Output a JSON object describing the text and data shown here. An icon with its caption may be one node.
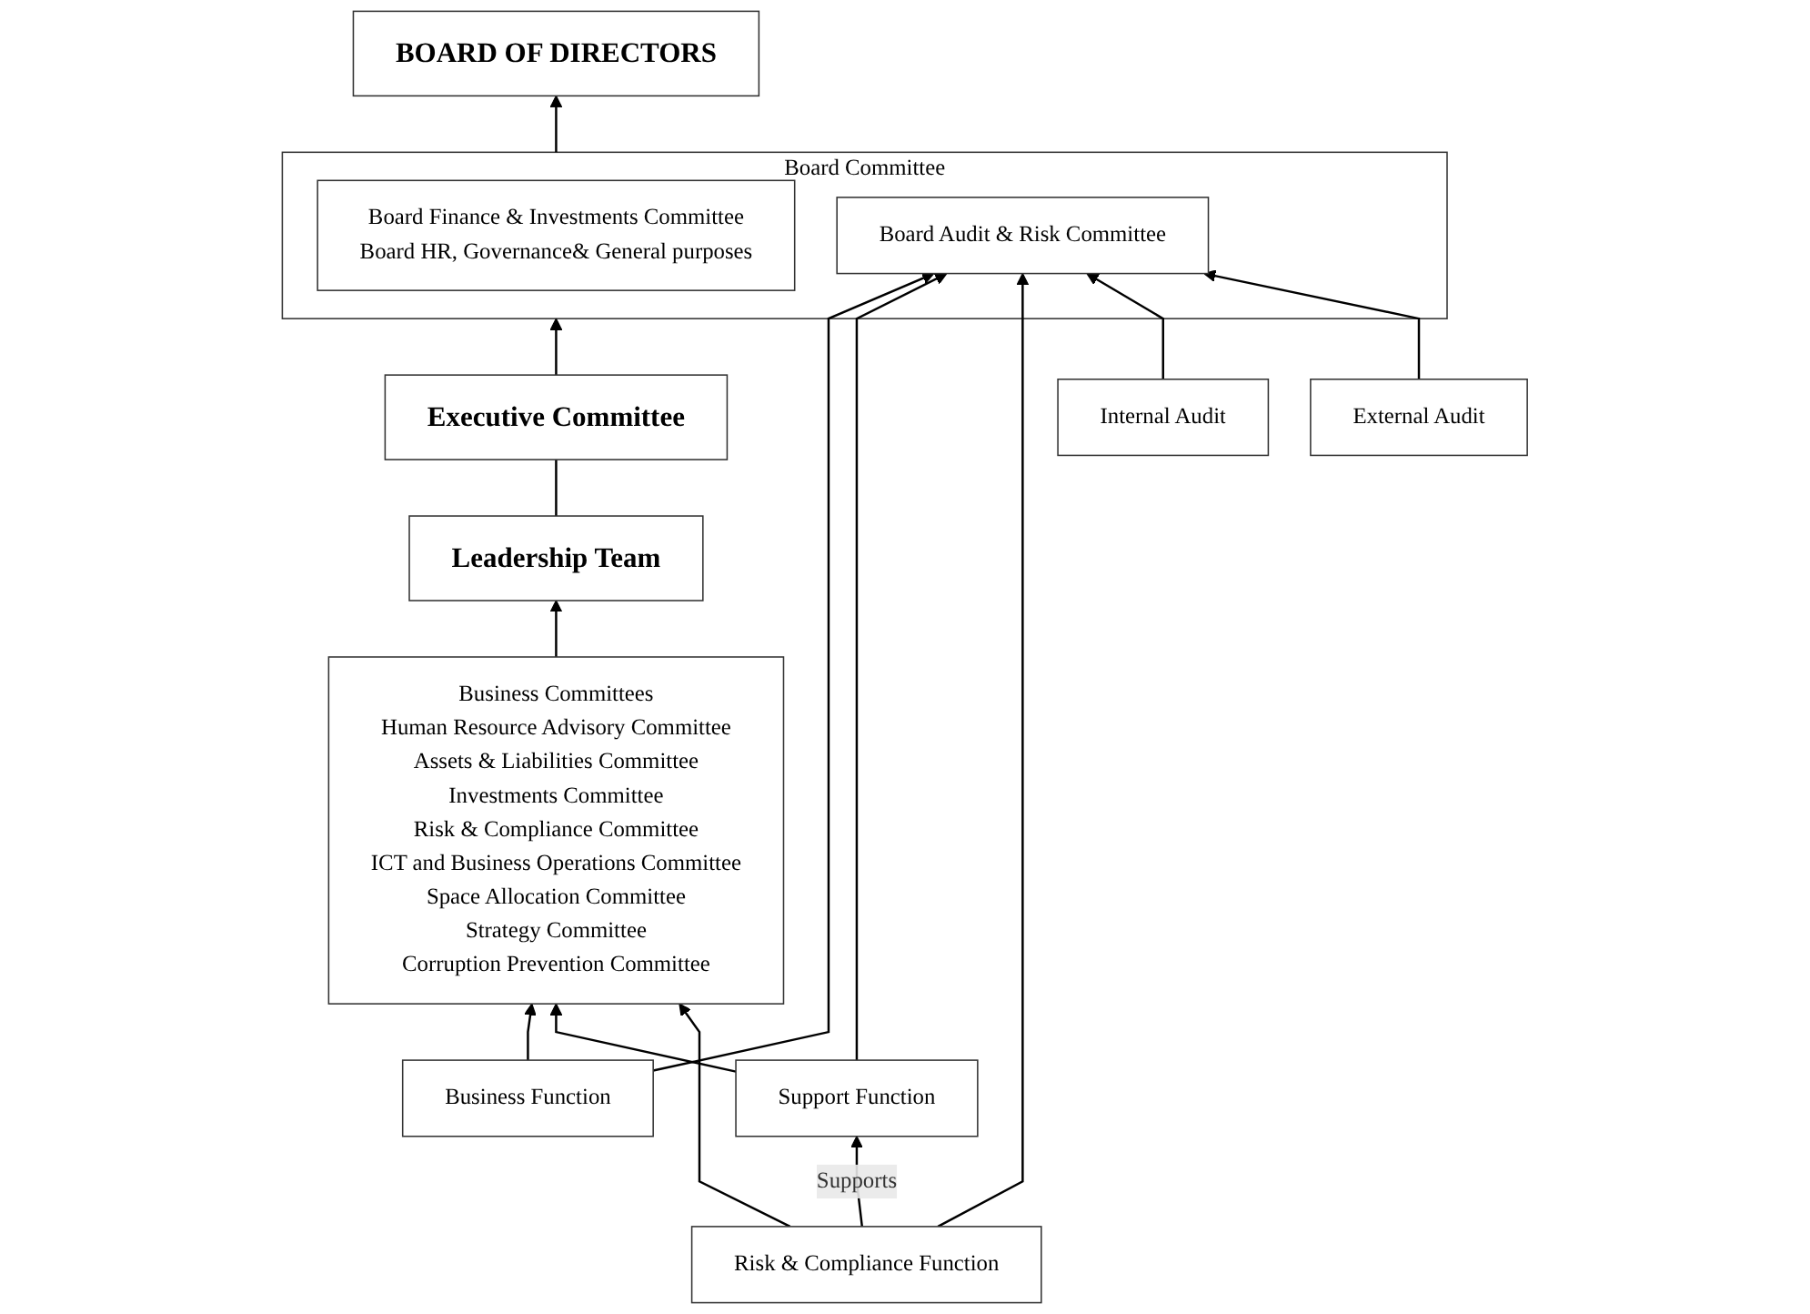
{
  "diagram": {
    "nodes": [
      {
        "text": [
          "BOARD OF DIRECTORS"
        ]
      },
      {
        "text": [
          "Board Committee"
        ]
      },
      {
        "text": [
          "Board Audit & Risk Committee"
        ],
        "in": 1
      },
      {
        "text": [
          "Board Finance & Investments Committee",
          "Board HR, Governance& General purposes"
        ],
        "in": 1
      },
      {
        "text": [
          "Executive Committee"
        ]
      },
      {
        "text": [
          "Leadership Team"
        ]
      },
      {
        "text": [
          "Business Committees",
          "Human Resource Advisory Committee",
          "Assets & Liabilities Committee",
          "Investments Committee",
          "Risk & Compliance Committee",
          "ICT and Business Operations Committee",
          "Space Allocation Committee",
          "Strategy Committee",
          "Corruption Prevention Committee"
        ]
      },
      {
        "text": [
          "Business Function"
        ]
      },
      {
        "text": [
          "Support Function"
        ]
      },
      {
        "text": [
          "Risk & Compliance Function"
        ]
      },
      {
        "text": [
          "Internal Audit"
        ]
      },
      {
        "text": [
          "External Audit"
        ]
      }
    ],
    "edges": [
      {
        "from": 1,
        "to": 0,
        "arrow": "to"
      },
      {
        "from": 4,
        "to": 1,
        "arrow": "to"
      },
      {
        "from": 5,
        "to": 4,
        "arrow": "none"
      },
      {
        "from": 6,
        "to": 5,
        "arrow": "to"
      },
      {
        "from": 7,
        "to": 6,
        "arrow": "to"
      },
      {
        "from": 8,
        "to": 6,
        "arrow": "to"
      },
      {
        "from": 9,
        "to": 6,
        "arrow": "to"
      },
      {
        "from": 7,
        "to": 2,
        "arrow": "to"
      },
      {
        "from": 8,
        "to": 2,
        "arrow": "to"
      },
      {
        "from": 9,
        "to": 2,
        "arrow": "to"
      },
      {
        "from": 10,
        "to": 2,
        "arrow": "to"
      },
      {
        "from": 11,
        "to": 2,
        "arrow": "to"
      },
      {
        "from": 9,
        "to": 8,
        "arrow": "to",
        "label": "Supports"
      }
    ]
  }
}
